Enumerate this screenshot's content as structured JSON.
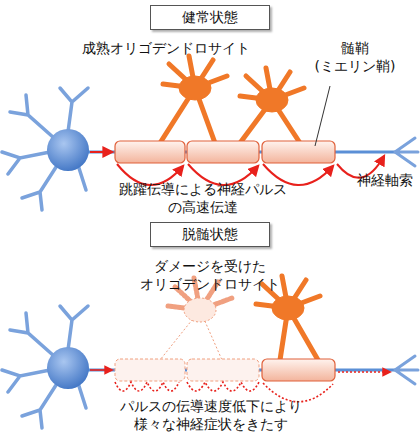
{
  "diagram": {
    "nodes": [
      {
        "text": [
          "健常状態"
        ]
      },
      {
        "text": [
          "脱髄状態"
        ]
      }
    ],
    "labels": [
      "成熟オリゴデンドロサイト",
      "髄鞘 (ミエリン鞘)",
      "神経軸索",
      "跳躍伝導による神経パルス の高速伝達",
      "ダメージを受けた オリゴデンドロサイト",
      "パルスの伝導速度低下により 様々な神経症状をきたす"
    ]
  }
}
